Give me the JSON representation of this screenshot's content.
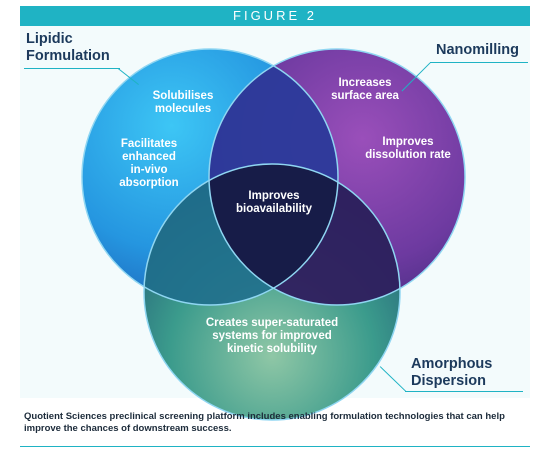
{
  "header": {
    "figure_title": "FIGURE 2"
  },
  "venn": {
    "sets": [
      {
        "label_line1": "Lipidic",
        "label_line2": "Formulation",
        "color": "#33aef0"
      },
      {
        "label": "Nanomilling",
        "color": "#7a3aa8"
      },
      {
        "label_line1": "Amorphous",
        "label_line2": "Dispersion",
        "color": "#2d8f8a"
      }
    ],
    "regions": {
      "lipidic_a": [
        "Solubilises",
        "molecules"
      ],
      "lipidic_b": [
        "Facilitates",
        "enhanced",
        "in-vivo",
        "absorption"
      ],
      "nanomilling_a": [
        "Increases",
        "surface area"
      ],
      "nanomilling_b": [
        "Improves",
        "dissolution rate"
      ],
      "center": [
        "Improves",
        "bioavailability"
      ],
      "amorphous": [
        "Creates super-saturated",
        "systems for improved",
        "kinetic solubility"
      ]
    }
  },
  "caption": "Quotient Sciences preclinical screening platform includes enabling formulation technologies that can help improve the chances of downstream success.",
  "colors": {
    "accent": "#1fb3c4",
    "label_text": "#1c3a5c",
    "panel_bg": "#f3fbfc"
  }
}
